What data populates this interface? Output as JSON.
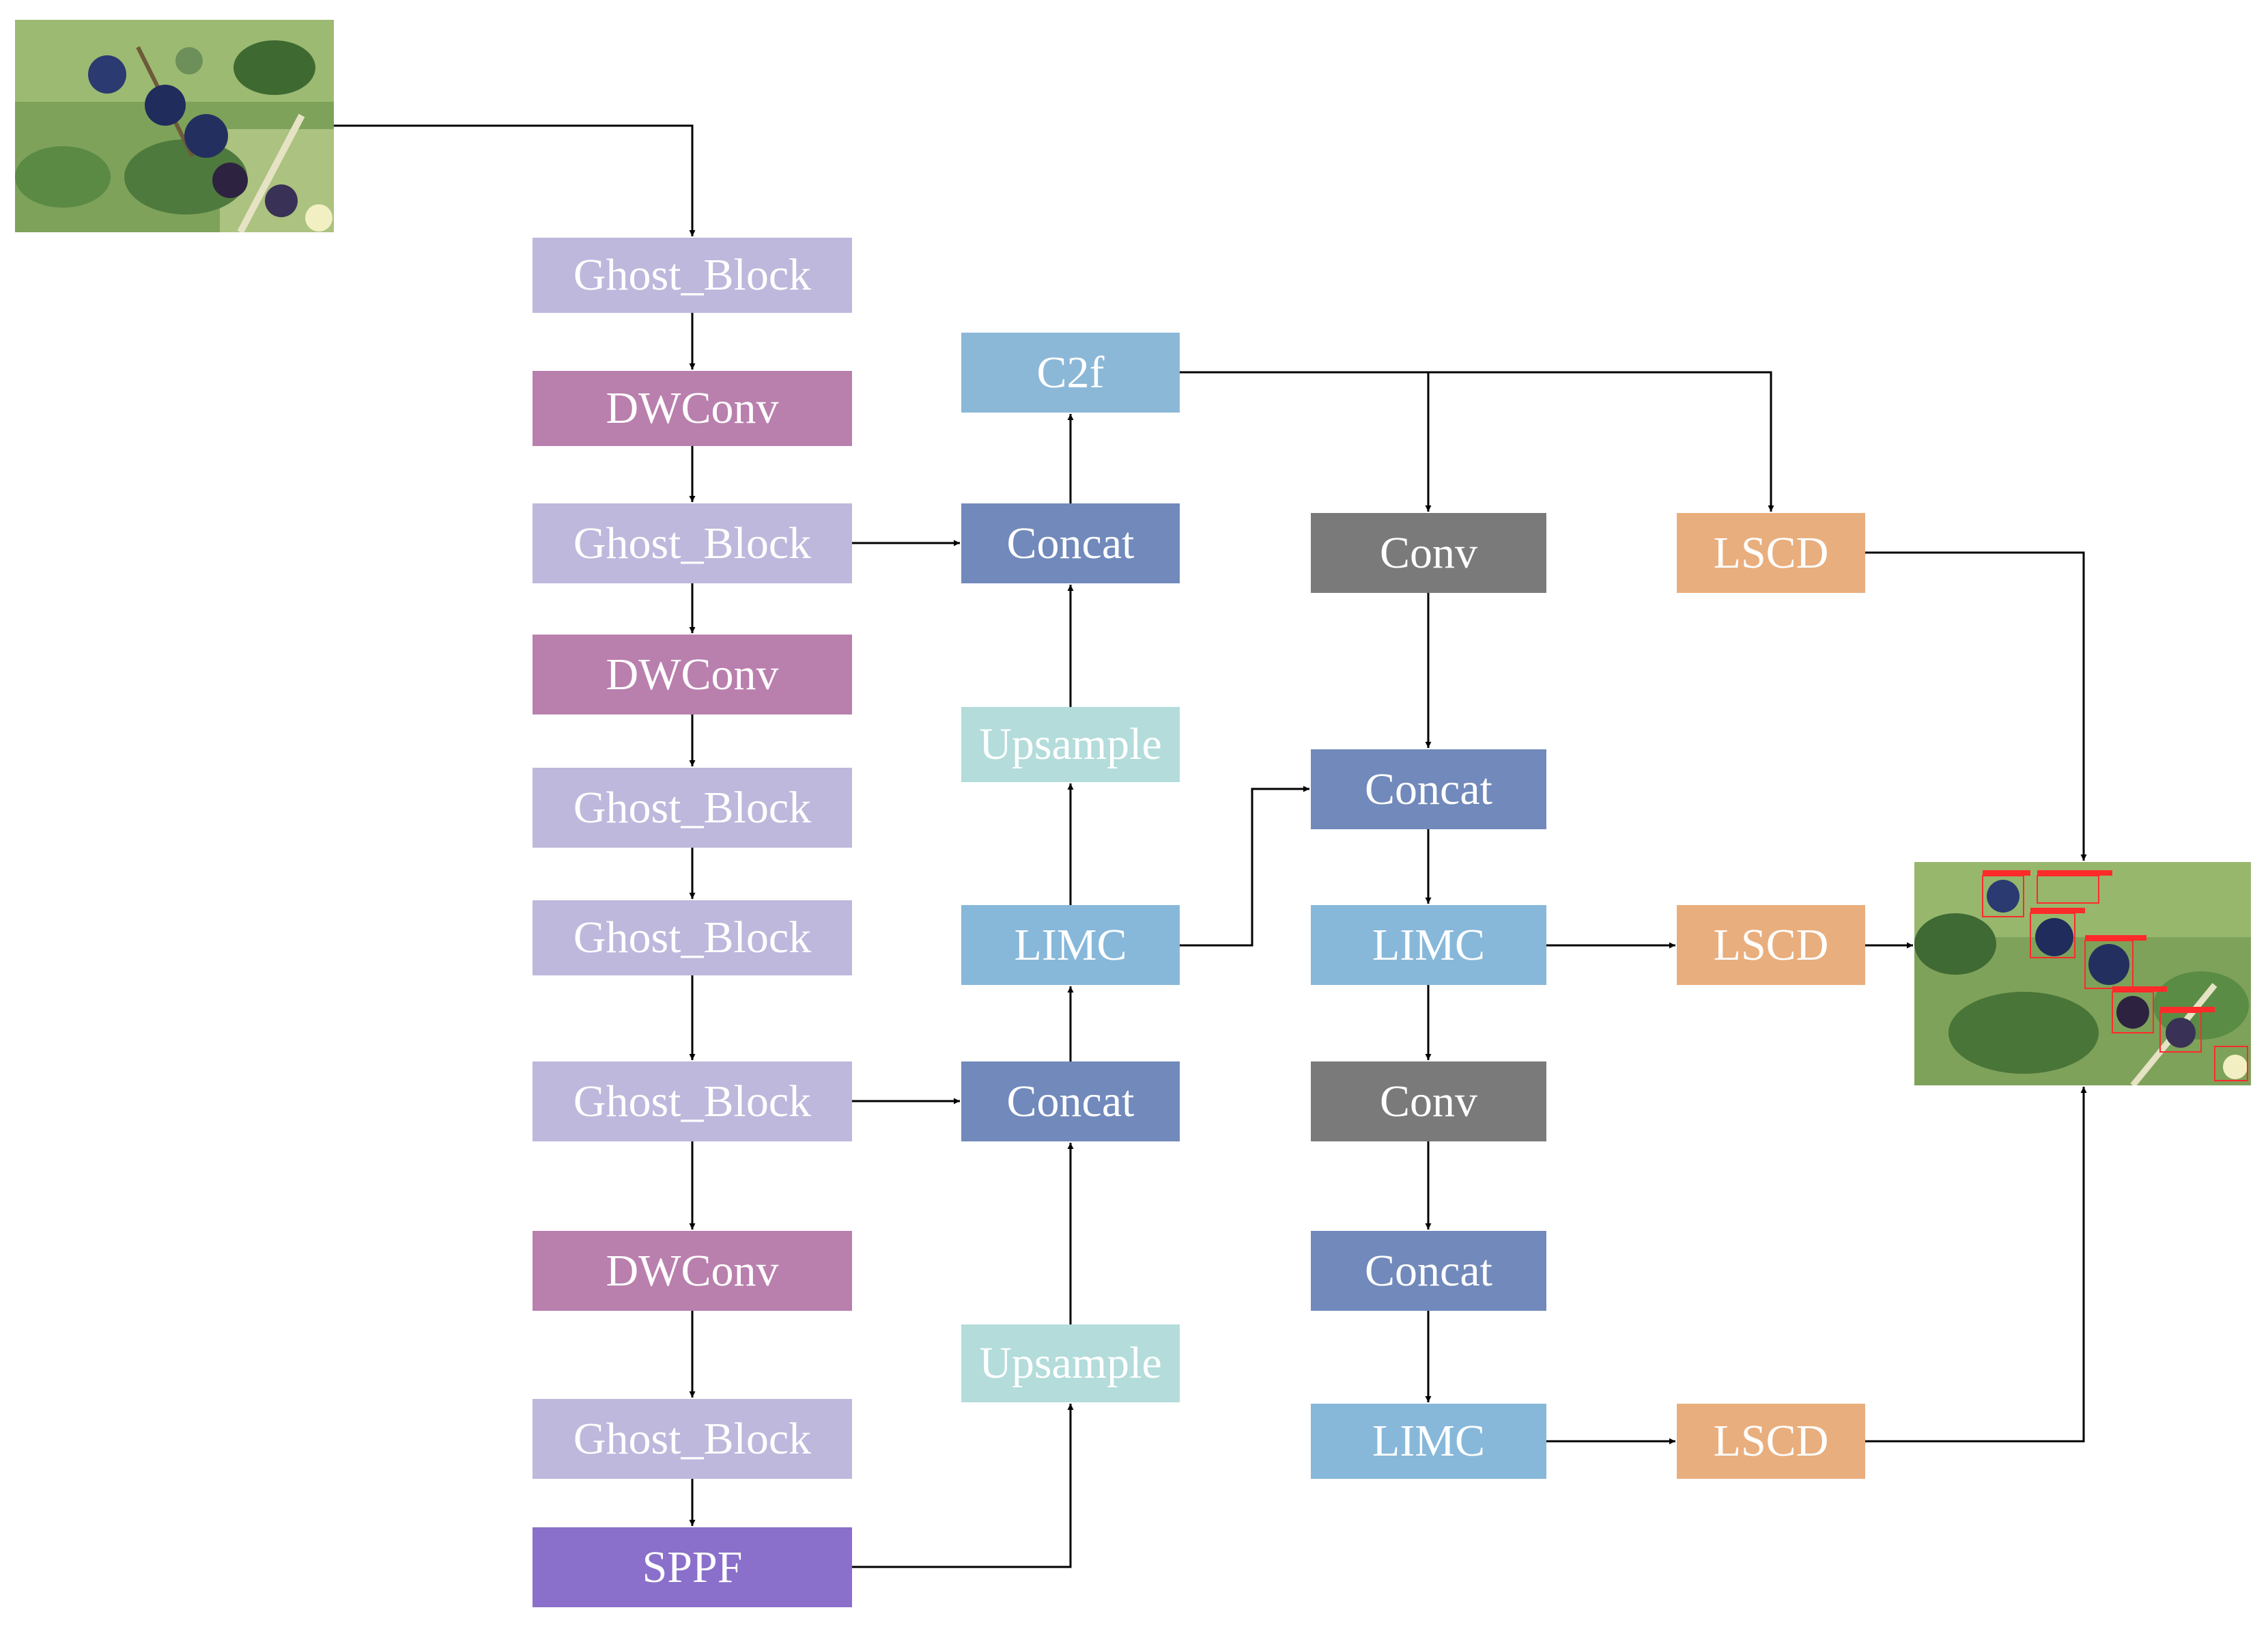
{
  "colors": {
    "ghost_block": "#bdb8dc",
    "dwconv": "#b97fad",
    "c2f": "#8cb8d8",
    "concat": "#7189bb",
    "upsample": "#b3dcdb",
    "limc": "#87b8da",
    "conv": "#7a7a7a",
    "lscd": "#e9ae7d",
    "sppf": "#8a6fcb",
    "arrow": "#000000",
    "detection_box": "#ff2a2a"
  },
  "backbone": {
    "input_image": {
      "icon": "blueberry-photo"
    },
    "ghost_block_1": "Ghost_Block",
    "dwconv_1": "DWConv",
    "ghost_block_2": "Ghost_Block",
    "dwconv_2": "DWConv",
    "ghost_block_3": "Ghost_Block",
    "ghost_block_4": "Ghost_Block",
    "ghost_block_5": "Ghost_Block",
    "dwconv_3": "DWConv",
    "ghost_block_6": "Ghost_Block",
    "sppf": "SPPF"
  },
  "neck_up": {
    "c2f": "C2f",
    "concat_1": "Concat",
    "upsample_1": "Upsample",
    "limc_1": "LIMC",
    "concat_2": "Concat",
    "upsample_2": "Upsample"
  },
  "neck_down": {
    "conv_1": "Conv",
    "concat_3": "Concat",
    "limc_2": "LIMC",
    "conv_2": "Conv",
    "concat_4": "Concat",
    "limc_3": "LIMC"
  },
  "head": {
    "lscd_1": "LSCD",
    "lscd_2": "LSCD",
    "lscd_3": "LSCD",
    "output_image": {
      "icon": "blueberry-detection-photo"
    }
  }
}
